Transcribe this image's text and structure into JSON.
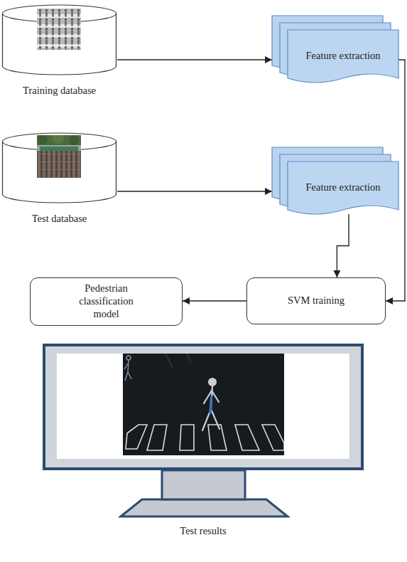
{
  "diagram": {
    "nodes": [
      {
        "text": [
          "Training database"
        ]
      },
      {
        "text": [
          "Feature extraction"
        ]
      },
      {
        "text": [
          "Test database"
        ]
      },
      {
        "text": [
          "Feature extraction"
        ]
      },
      {
        "text": [
          "Pedestrian classification model"
        ]
      },
      {
        "text": [
          "SVM training"
        ]
      },
      {
        "text": [
          "Test results"
        ]
      }
    ],
    "edges": [
      {
        "from": 0,
        "to": 1,
        "arrow": "to"
      },
      {
        "from": 2,
        "to": 3,
        "arrow": "to"
      },
      {
        "from": 3,
        "to": 5,
        "arrow": "to"
      },
      {
        "from": 1,
        "to": 5,
        "arrow": "to"
      },
      {
        "from": 5,
        "to": 4,
        "arrow": "to"
      }
    ]
  }
}
